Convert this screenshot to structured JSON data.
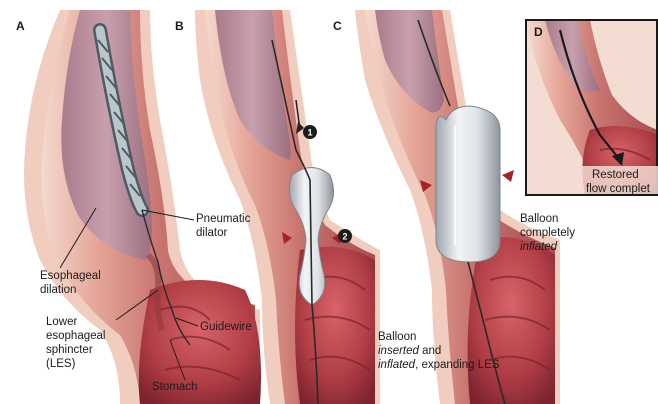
{
  "panels": {
    "a": {
      "letter": "A"
    },
    "b": {
      "letter": "B"
    },
    "c": {
      "letter": "C"
    },
    "d": {
      "letter": "D"
    }
  },
  "labels": {
    "pneumatic_dilator": [
      "Pneumatic",
      "dilator"
    ],
    "esophageal_dilation": [
      "Esophageal",
      "dilation"
    ],
    "les": [
      "Lower",
      "esophageal",
      "sphincter",
      "(LES)"
    ],
    "guidewire": "Guidewire",
    "stomach": "Stomach",
    "balloon_inserted": {
      "line1": "Balloon",
      "line2_italic": "inserted",
      "line2_rest": " and",
      "line3_italic": "inflated",
      "line3_rest": ", expanding LES"
    },
    "balloon_completely": {
      "line1": "Balloon",
      "line2": "completely",
      "line3_italic": "inflated"
    },
    "restored_flow": [
      "Restored",
      "flow complet"
    ]
  },
  "step_markers": [
    "1",
    "2"
  ],
  "colors": {
    "tissue_outer": "#f1cfc4",
    "tissue_wall": "#c9706a",
    "tissue_dark": "#8e2f35",
    "lumen_mauve": "#b88898",
    "stomach_red": "#c14a4e",
    "balloon": "#d8dde2",
    "guidewire": "#2a2a2a"
  }
}
